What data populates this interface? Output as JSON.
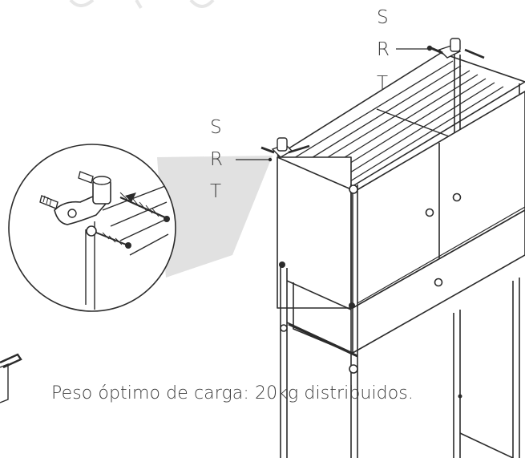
{
  "labels": {
    "group_right": [
      "S",
      "R",
      "T"
    ],
    "group_left": [
      "S",
      "R",
      "T"
    ]
  },
  "note": "Peso óptimo de carga: 20kg distribuidos.",
  "colors": {
    "line": "#2b2b2b",
    "text": "#3c3c3c",
    "zoom_shade": "#e1e1e1",
    "background": "#ffffff"
  }
}
